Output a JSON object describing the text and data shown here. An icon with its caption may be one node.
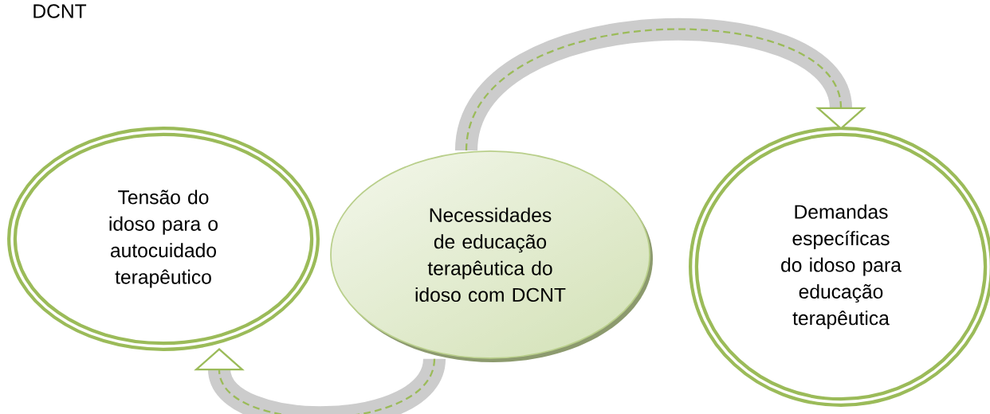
{
  "diagram": {
    "nodes": [
      {
        "text": [
          "Tensão do idoso para o autocuidado terapêutico"
        ]
      },
      {
        "text": [
          "Necessidades de educação terapêutica do idoso com DCNT"
        ]
      },
      {
        "text": [
          "Demandas específicas do idoso para educação terapêutica"
        ]
      }
    ],
    "edges": [
      {
        "from": 1,
        "to": 2,
        "arrow": "to",
        "style": "dashed"
      },
      {
        "from": 1,
        "to": 0,
        "arrow": "to",
        "style": "dashed"
      }
    ],
    "labels": [
      "DCNT"
    ]
  }
}
